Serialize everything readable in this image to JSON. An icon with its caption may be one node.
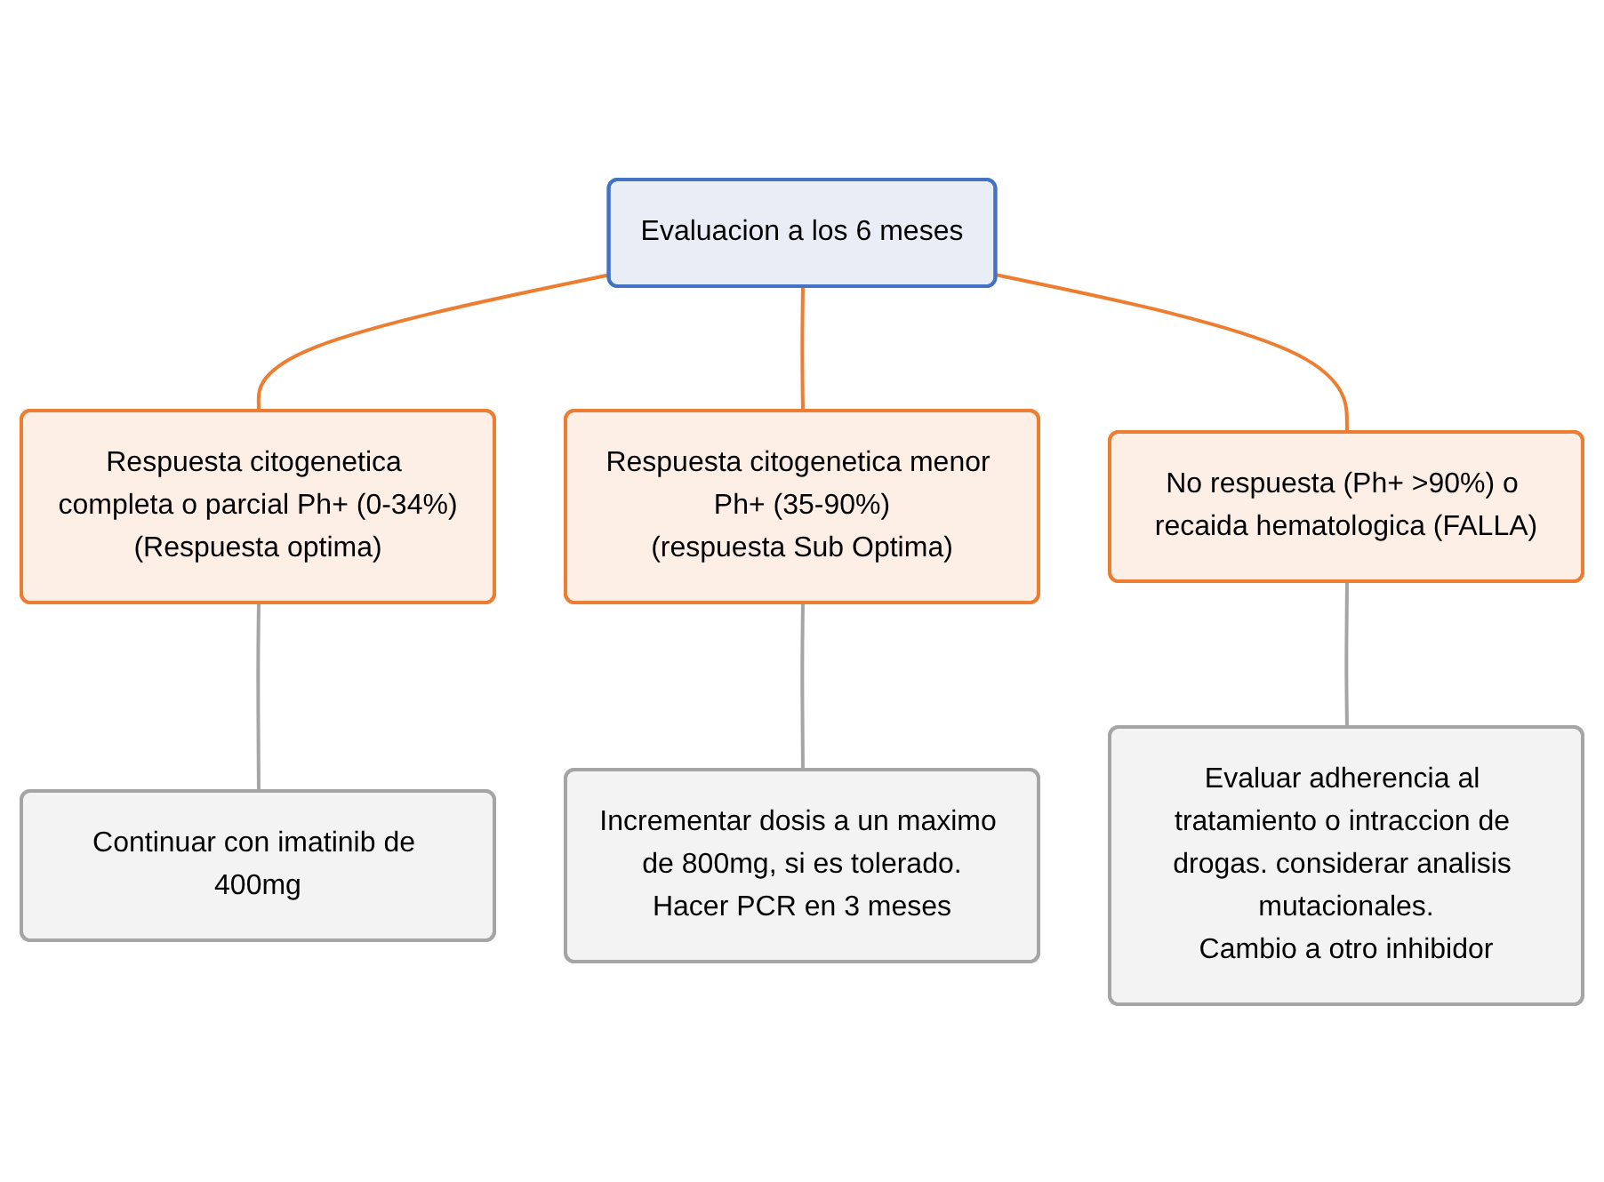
{
  "diagram": {
    "nodes": [
      {
        "text": [
          "Evaluacion a los 6 meses"
        ]
      },
      {
        "text": [
          "Respuesta citogenetica completa o parcial Ph+ (0-34%)",
          "(Respuesta optima)"
        ]
      },
      {
        "text": [
          "Respuesta citogenetica menor Ph+ (35-90%)",
          "(respuesta Sub Optima)"
        ]
      },
      {
        "text": [
          "No respuesta (Ph+ >90%) o recaida hematologica (FALLA)"
        ]
      },
      {
        "text": [
          "Continuar con imatinib de 400mg"
        ]
      },
      {
        "text": [
          "Incrementar dosis a un maximo de 800mg, si es tolerado.",
          "Hacer PCR en 3 meses"
        ]
      },
      {
        "text": [
          "Evaluar adherencia al tratamiento o intraccion de drogas. considerar analisis mutacionales.",
          "Cambio a otro inhibidor"
        ]
      }
    ],
    "edges": [
      {
        "from": 0,
        "to": 1,
        "arrow": "none",
        "color": "#ed7d31"
      },
      {
        "from": 0,
        "to": 2,
        "arrow": "none",
        "color": "#ed7d31"
      },
      {
        "from": 0,
        "to": 3,
        "arrow": "none",
        "color": "#ed7d31"
      },
      {
        "from": 1,
        "to": 4,
        "arrow": "none",
        "color": "#a5a5a5"
      },
      {
        "from": 2,
        "to": 5,
        "arrow": "none",
        "color": "#a5a5a5"
      },
      {
        "from": 3,
        "to": 6,
        "arrow": "none",
        "color": "#a5a5a5"
      }
    ]
  }
}
